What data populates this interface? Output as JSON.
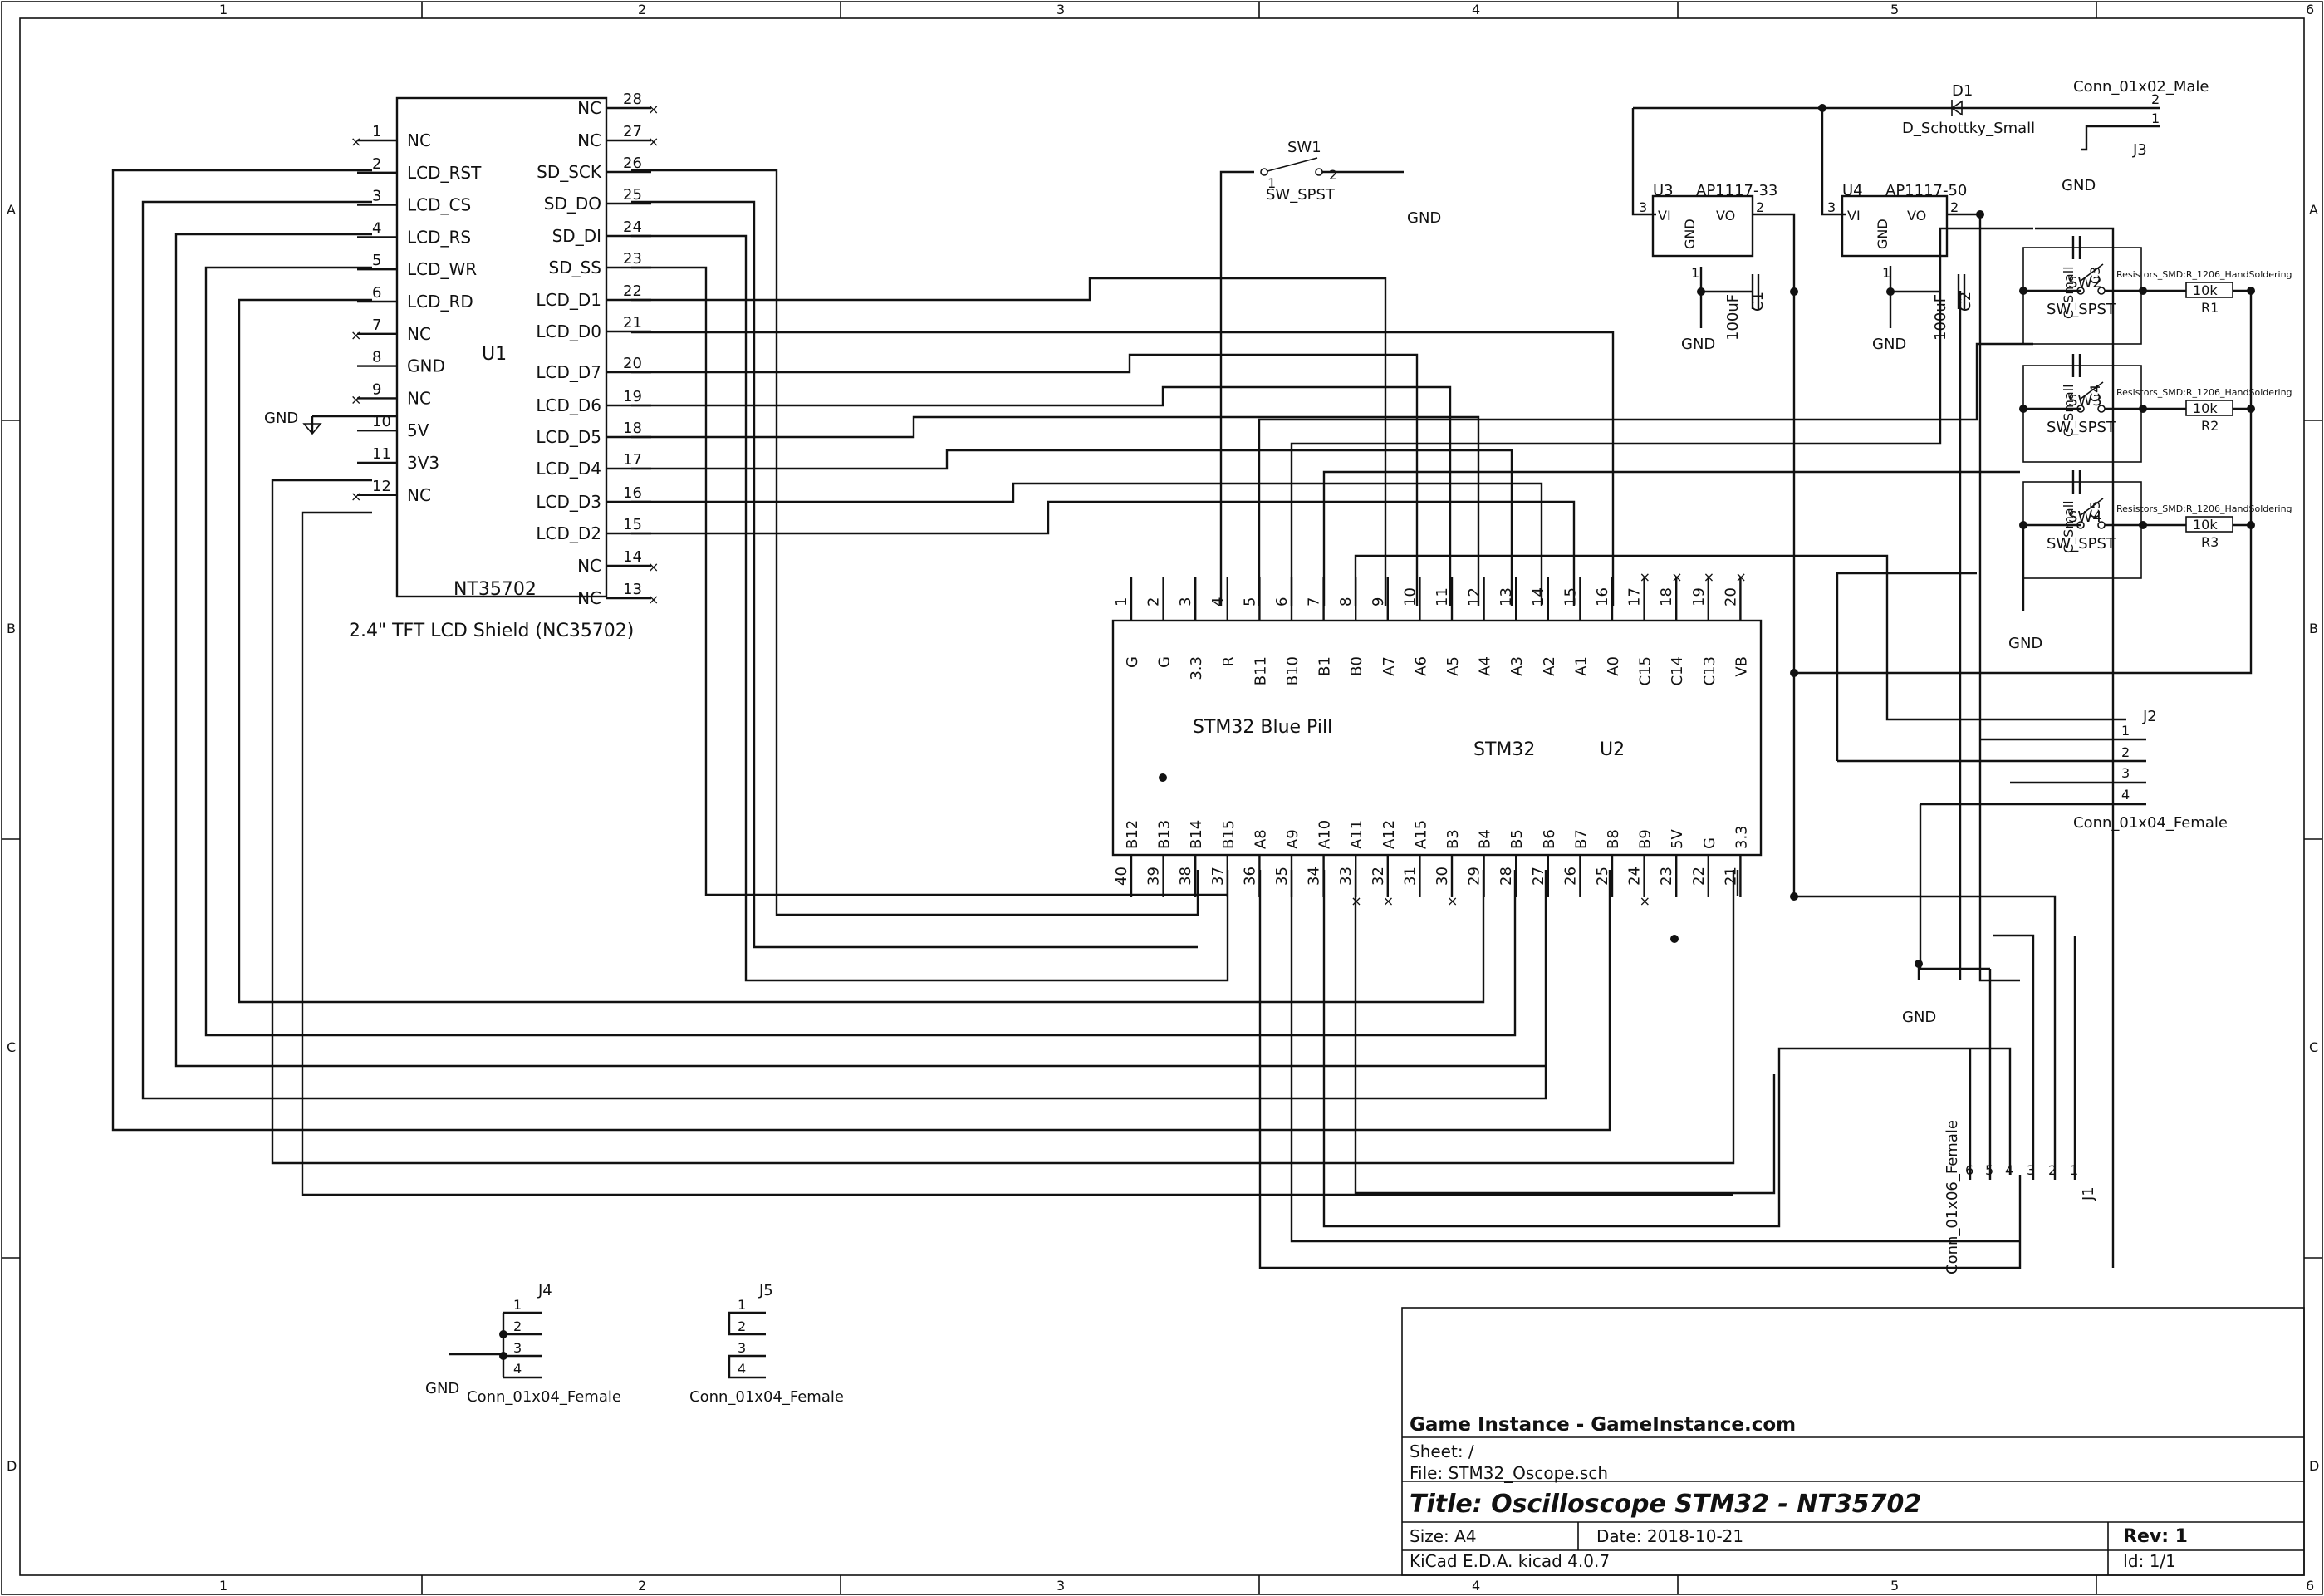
{
  "border": {
    "columns": [
      "1",
      "2",
      "3",
      "4",
      "5",
      "6"
    ],
    "rows": [
      "A",
      "B",
      "C",
      "D"
    ]
  },
  "u1": {
    "ref": "U1",
    "value": "NT35702",
    "description": "2.4\" TFT LCD Shield (NC35702)",
    "left_pins": [
      {
        "num": "1",
        "name": "NC"
      },
      {
        "num": "2",
        "name": "LCD_RST"
      },
      {
        "num": "3",
        "name": "LCD_CS"
      },
      {
        "num": "4",
        "name": "LCD_RS"
      },
      {
        "num": "5",
        "name": "LCD_WR"
      },
      {
        "num": "6",
        "name": "LCD_RD"
      },
      {
        "num": "7",
        "name": "NC"
      },
      {
        "num": "8",
        "name": "GND"
      },
      {
        "num": "9",
        "name": "NC"
      },
      {
        "num": "10",
        "name": "5V"
      },
      {
        "num": "11",
        "name": "3V3"
      },
      {
        "num": "12",
        "name": "NC"
      }
    ],
    "right_pins": [
      {
        "num": "28",
        "name": "NC"
      },
      {
        "num": "27",
        "name": "NC"
      },
      {
        "num": "26",
        "name": "SD_SCK"
      },
      {
        "num": "25",
        "name": "SD_DO"
      },
      {
        "num": "24",
        "name": "SD_DI"
      },
      {
        "num": "23",
        "name": "SD_SS"
      },
      {
        "num": "22",
        "name": "LCD_D1"
      },
      {
        "num": "21",
        "name": "LCD_D0"
      },
      {
        "num": "20",
        "name": "LCD_D7"
      },
      {
        "num": "19",
        "name": "LCD_D6"
      },
      {
        "num": "18",
        "name": "LCD_D5"
      },
      {
        "num": "17",
        "name": "LCD_D4"
      },
      {
        "num": "16",
        "name": "LCD_D3"
      },
      {
        "num": "15",
        "name": "LCD_D2"
      },
      {
        "num": "14",
        "name": "NC"
      },
      {
        "num": "13",
        "name": "NC"
      }
    ]
  },
  "u2": {
    "ref": "U2",
    "value": "STM32",
    "description": "STM32 Blue Pill",
    "top_pins": [
      {
        "num": "1",
        "name": "G"
      },
      {
        "num": "2",
        "name": "G"
      },
      {
        "num": "3",
        "name": "3.3"
      },
      {
        "num": "4",
        "name": "R"
      },
      {
        "num": "5",
        "name": "B11"
      },
      {
        "num": "6",
        "name": "B10"
      },
      {
        "num": "7",
        "name": "B1"
      },
      {
        "num": "8",
        "name": "B0"
      },
      {
        "num": "9",
        "name": "A7"
      },
      {
        "num": "10",
        "name": "A6"
      },
      {
        "num": "11",
        "name": "A5"
      },
      {
        "num": "12",
        "name": "A4"
      },
      {
        "num": "13",
        "name": "A3"
      },
      {
        "num": "14",
        "name": "A2"
      },
      {
        "num": "15",
        "name": "A1"
      },
      {
        "num": "16",
        "name": "A0"
      },
      {
        "num": "17",
        "name": "C15"
      },
      {
        "num": "18",
        "name": "C14"
      },
      {
        "num": "19",
        "name": "C13"
      },
      {
        "num": "20",
        "name": "VB"
      }
    ],
    "bottom_pins": [
      {
        "num": "40",
        "name": "B12"
      },
      {
        "num": "39",
        "name": "B13"
      },
      {
        "num": "38",
        "name": "B14"
      },
      {
        "num": "37",
        "name": "B15"
      },
      {
        "num": "36",
        "name": "A8"
      },
      {
        "num": "35",
        "name": "A9"
      },
      {
        "num": "34",
        "name": "A10"
      },
      {
        "num": "33",
        "name": "A11"
      },
      {
        "num": "32",
        "name": "A12"
      },
      {
        "num": "31",
        "name": "A15"
      },
      {
        "num": "30",
        "name": "B3"
      },
      {
        "num": "29",
        "name": "B4"
      },
      {
        "num": "28",
        "name": "B5"
      },
      {
        "num": "27",
        "name": "B6"
      },
      {
        "num": "26",
        "name": "B7"
      },
      {
        "num": "25",
        "name": "B8"
      },
      {
        "num": "24",
        "name": "B9"
      },
      {
        "num": "23",
        "name": "5V"
      },
      {
        "num": "22",
        "name": "G"
      },
      {
        "num": "21",
        "name": "3.3"
      }
    ]
  },
  "sw1": {
    "ref": "SW1",
    "value": "SW_SPST",
    "pin1": "1",
    "pin2": "2"
  },
  "u3": {
    "ref": "U3",
    "value": "AP1117-33",
    "vi": "VI",
    "vo": "VO",
    "gnd": "GND",
    "p3": "3",
    "p2": "2",
    "p1": "1"
  },
  "u4": {
    "ref": "U4",
    "value": "AP1117-50",
    "vi": "VI",
    "vo": "VO",
    "gnd": "GND",
    "p3": "3",
    "p2": "2",
    "p1": "1"
  },
  "c1": {
    "ref": "C1",
    "value": "100uF"
  },
  "c2": {
    "ref": "C2",
    "value": "100uF"
  },
  "d1": {
    "ref": "D1",
    "value": "D_Schottky_Small"
  },
  "j3": {
    "ref": "J3",
    "value": "Conn_01x02_Male",
    "pins": [
      "2",
      "1"
    ]
  },
  "switches": [
    {
      "ref": "SW2",
      "value": "SW_SPST",
      "cap": "C3",
      "cap_value": "C_Small",
      "res": "R1",
      "res_value": "10k",
      "footprint": "Resistors_SMD:R_1206_HandSoldering"
    },
    {
      "ref": "SW3",
      "value": "SW_SPST",
      "cap": "C4",
      "cap_value": "C_Small",
      "res": "R2",
      "res_value": "10k",
      "footprint": "Resistors_SMD:R_1206_HandSoldering"
    },
    {
      "ref": "SW4",
      "value": "SW_SPST",
      "cap": "C5",
      "cap_value": "C_Small",
      "res": "R3",
      "res_value": "10k",
      "footprint": "Resistors_SMD:R_1206_HandSoldering"
    }
  ],
  "j2": {
    "ref": "J2",
    "value": "Conn_01x04_Female",
    "pins": [
      "1",
      "2",
      "3",
      "4"
    ]
  },
  "j1": {
    "ref": "J1",
    "value": "Conn_01x06_Female",
    "pins": [
      "6",
      "5",
      "4",
      "3",
      "2",
      "1"
    ]
  },
  "j4": {
    "ref": "J4",
    "value": "Conn_01x04_Female",
    "pins": [
      "1",
      "2",
      "3",
      "4"
    ]
  },
  "j5": {
    "ref": "J5",
    "value": "Conn_01x04_Female",
    "pins": [
      "1",
      "2",
      "3",
      "4"
    ]
  },
  "power": {
    "gnd": "GND",
    "one": "1"
  },
  "title_block": {
    "company": "Game Instance - GameInstance.com",
    "sheet": "Sheet: /",
    "file": "File: STM32_Oscope.sch",
    "title": "Title: Oscilloscope STM32 - NT35702",
    "size": "Size: A4",
    "date": "Date: 2018-10-21",
    "rev": "Rev: 1",
    "tool": "KiCad E.D.A.  kicad 4.0.7",
    "id": "Id: 1/1"
  }
}
